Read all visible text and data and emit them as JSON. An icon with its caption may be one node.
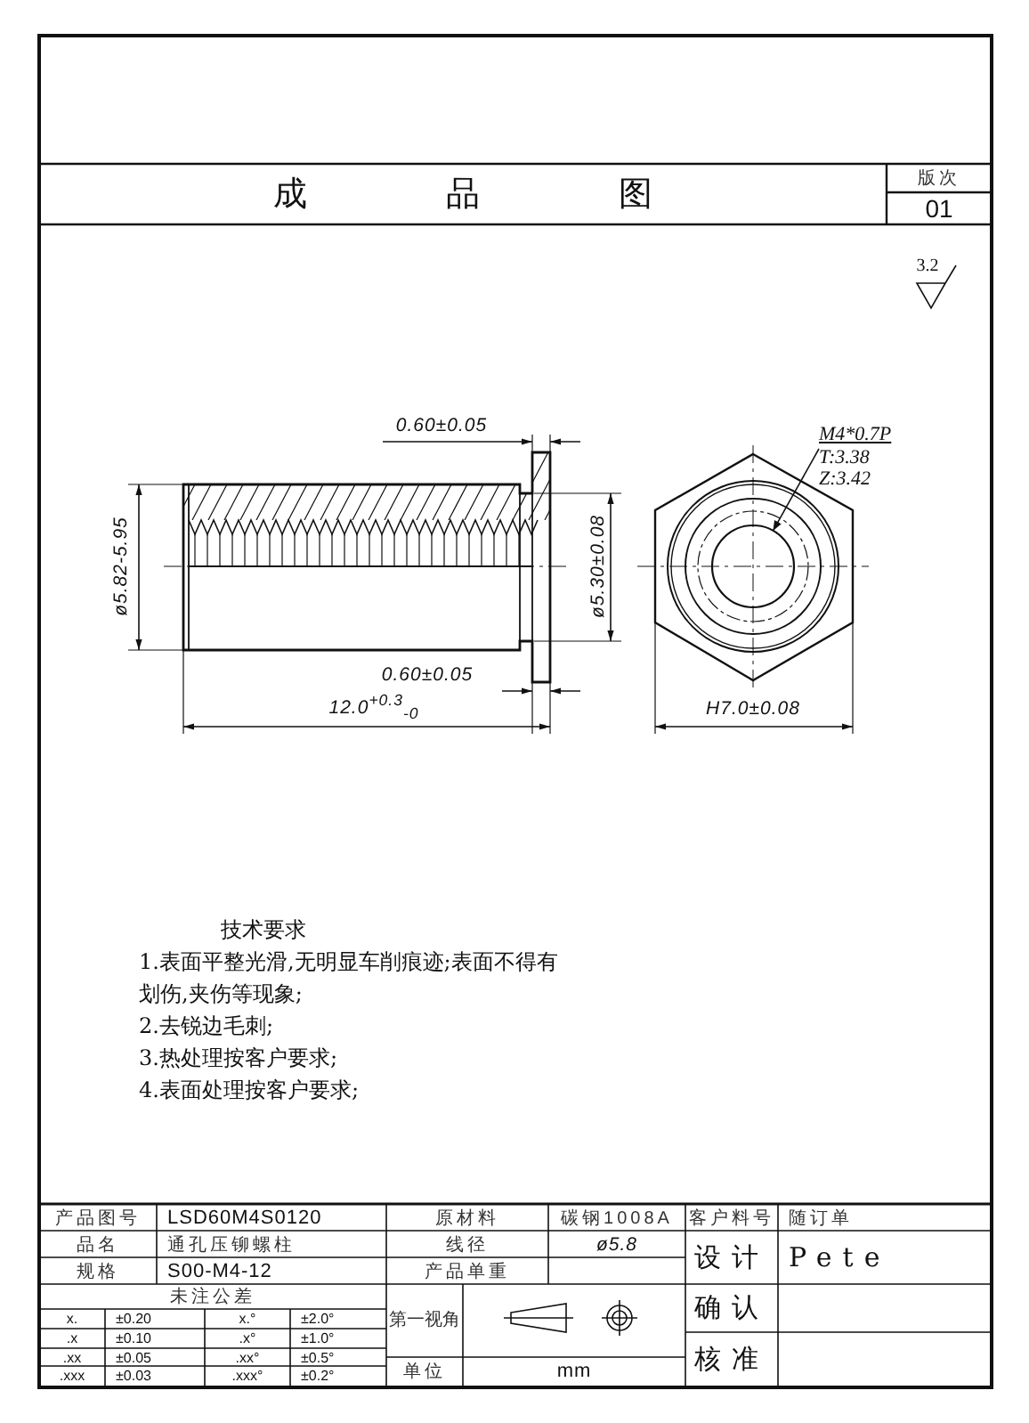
{
  "diagram": {
    "title": "成品图",
    "nodes": [
      {
        "text": [
          "M4*0.7P",
          "T:3.38",
          "Z:3.42"
        ]
      },
      {
        "text": [],
        "shape": "circle"
      }
    ],
    "edges": [
      {
        "from": 0,
        "to": 1,
        "arrow": "to"
      }
    ],
    "labels": [
      "版次",
      "01",
      "3.2",
      "0.60±0.05",
      "ø5.82-5.95",
      "ø5.30±0.08",
      "0.60±0.05",
      "12.0$^{+0.3}$$_{-0}$",
      "H7.0±0.08",
      "技术要求",
      "1.表面平整光滑,无明显车削痕迹;表面不得有划伤,夹伤等现象;",
      "2.去锐边毛刺;",
      "3.热处理按客户要求;",
      "4.表面处理按客户要求;",
      "产品图号",
      "LSD60M4S0120",
      "原材料",
      "碳钢1008A",
      "客户料号",
      "随订单",
      "品名",
      "通孔压铆螺柱",
      "线径",
      "ø5.8",
      "设计",
      "Pete",
      "规格",
      "S00-M4-12",
      "产品单重",
      "未注公差",
      "第一视角",
      "确认",
      "x.",
      "±0.20",
      "x.°",
      "±2.0°",
      ".x",
      "±0.10",
      ".x°",
      "±1.0°",
      ".xx",
      "±0.05",
      ".xx°",
      "±0.5°",
      "核准",
      ".xxx",
      "±0.03",
      ".xxx°",
      "±0.2°",
      "单位",
      "mm"
    ]
  }
}
